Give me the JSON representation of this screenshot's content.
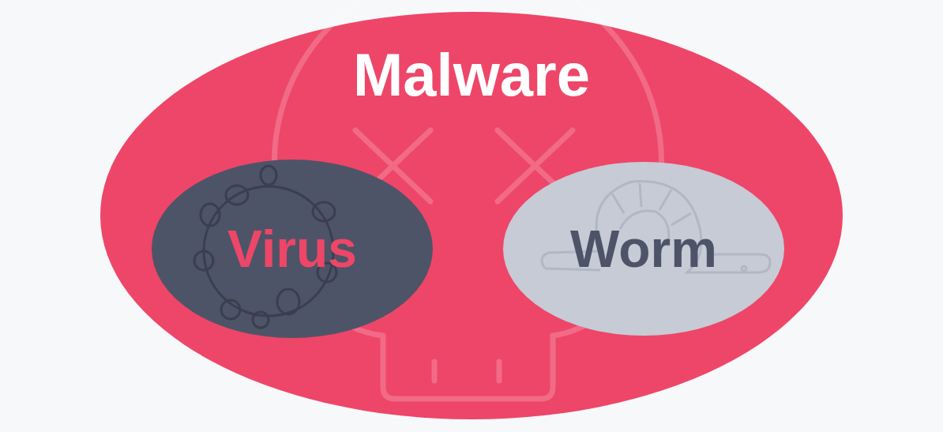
{
  "diagram": {
    "nodes": [
      {
        "text": [
          "Malware"
        ]
      },
      {
        "text": [
          "Virus"
        ],
        "in": 0
      },
      {
        "text": [
          "Worm"
        ],
        "in": 0
      }
    ]
  }
}
